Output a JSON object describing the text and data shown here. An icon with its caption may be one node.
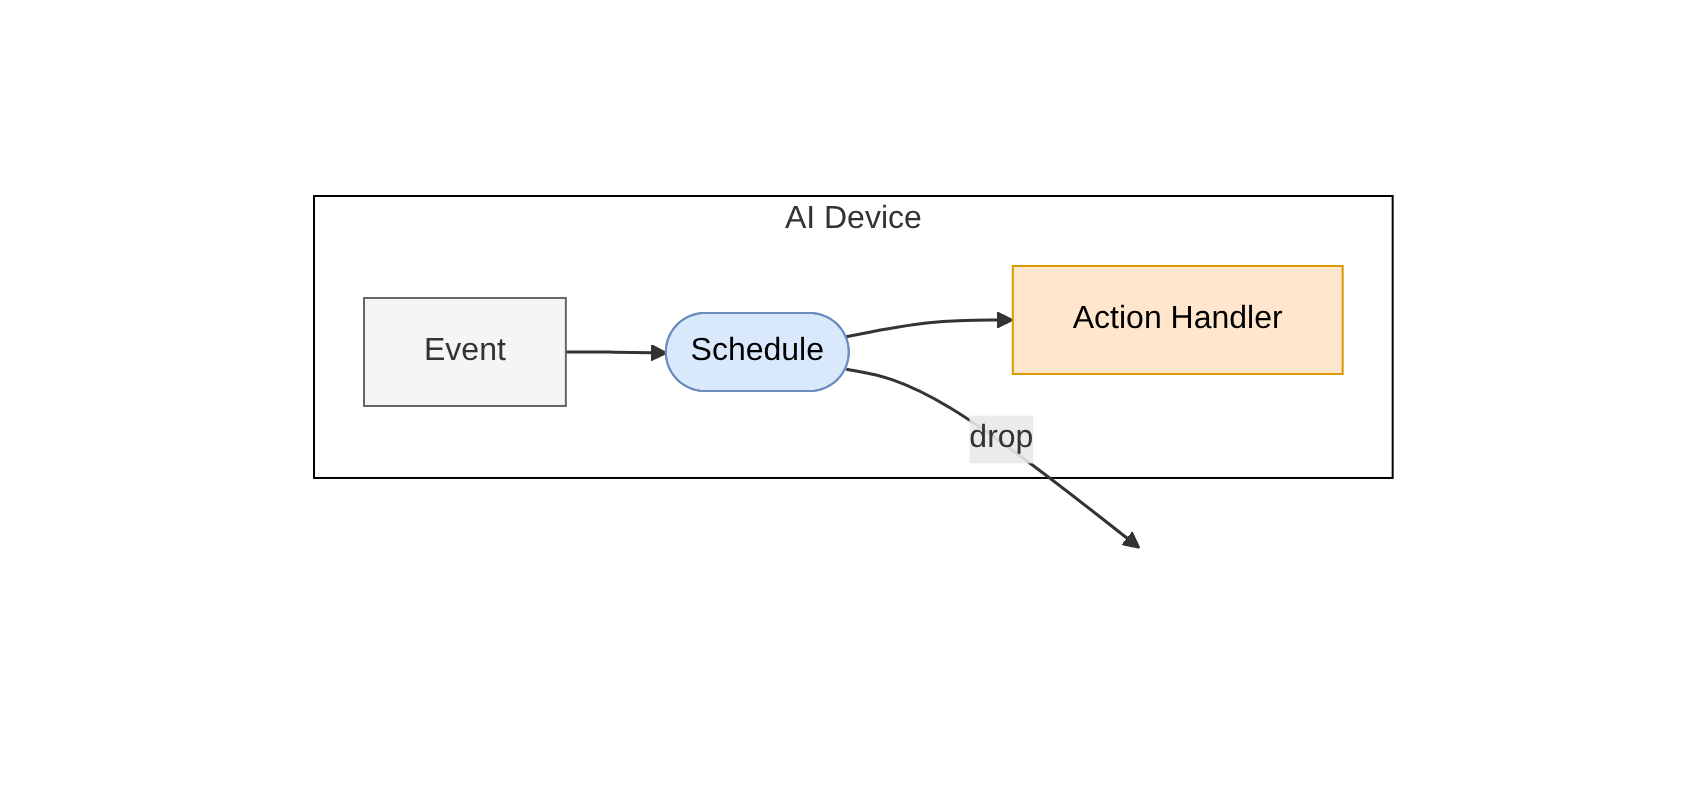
{
  "diagram": {
    "nodes": [
      {
        "text": [
          "AI Device"
        ]
      },
      {
        "text": [
          "Event"
        ],
        "in": 0
      },
      {
        "text": [
          "Schedule"
        ],
        "in": 0
      },
      {
        "text": [
          "Action Handler"
        ],
        "in": 0
      }
    ],
    "edges": [
      {
        "from": 1,
        "to": 2,
        "arrow": "to"
      },
      {
        "from": 2,
        "to": 3,
        "arrow": "to"
      },
      {
        "from": 2,
        "to": null,
        "label": "drop",
        "arrow": "to"
      }
    ]
  }
}
